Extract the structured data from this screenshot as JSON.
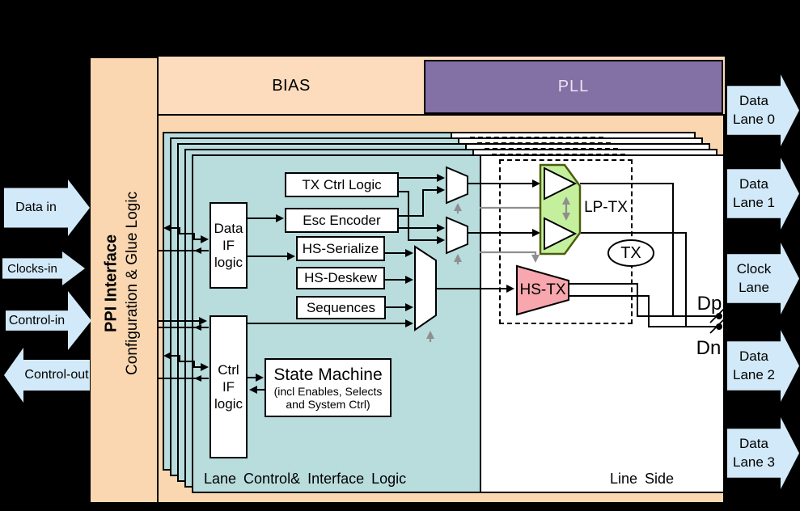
{
  "colors": {
    "background": "#000000",
    "container_peach": "#fad7b0",
    "header_peach": "#fcdcbc",
    "pll_purple": "#8370a4",
    "pll_text": "#e9e3f3",
    "lane_teal": "#b9dcdd",
    "port_blue": "#d2e9f9",
    "lp_green": "#c4f09e",
    "lp_green_border": "#4c5c0a",
    "hs_pink": "#f7a7ad",
    "select_gray": "#8f8f8f"
  },
  "ppi": {
    "title": "PPI Interface",
    "subtitle": "Configuration & Glue Logic"
  },
  "header": {
    "bias_label": "BIAS",
    "pll_label": "PLL"
  },
  "left_ports": [
    {
      "label": "Data in",
      "direction": "in"
    },
    {
      "label": "Clocks-in",
      "direction": "in"
    },
    {
      "label": "Control-in",
      "direction": "in"
    },
    {
      "label": "Control-out",
      "direction": "out"
    }
  ],
  "right_ports": [
    {
      "line1": "Data",
      "line2": "Lane 0"
    },
    {
      "line1": "Data",
      "line2": "Lane 1"
    },
    {
      "line1": "Clock",
      "line2": "Lane"
    },
    {
      "line1": "Data",
      "line2": "Lane 2"
    },
    {
      "line1": "Data",
      "line2": "Lane 3"
    }
  ],
  "lane_blocks": {
    "data_if": {
      "line1": "Data",
      "line2": "IF",
      "line3": "logic"
    },
    "ctrl_if": {
      "line1": "Ctrl",
      "line2": "IF",
      "line3": "logic"
    },
    "tx_ctrl_logic": "TX Ctrl Logic",
    "esc_encoder": "Esc Encoder",
    "hs_serialize": "HS-Serialize",
    "hs_deskew": "HS-Deskew",
    "sequences": "Sequences",
    "state_machine": {
      "title": "State Machine",
      "subtitle_line1": "(incl Enables, Selects",
      "subtitle_line2": "and System Ctrl)"
    }
  },
  "line_side_blocks": {
    "lp_tx": "LP-TX",
    "hs_tx": "HS-TX",
    "tx": "TX",
    "dp": "Dp",
    "dn": "Dn"
  },
  "captions": {
    "lane_logic": "Lane Control& Interface Logic",
    "line_side": "Line Side"
  }
}
